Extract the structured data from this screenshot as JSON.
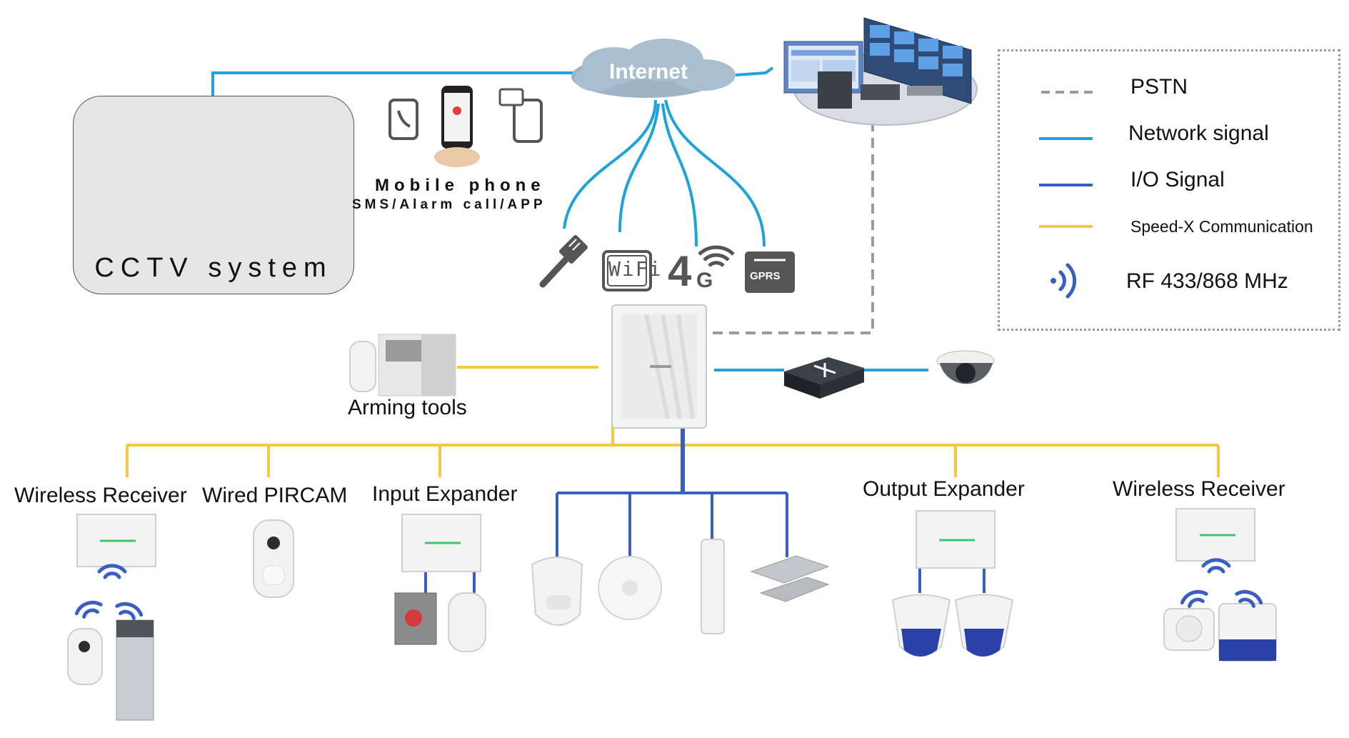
{
  "colors": {
    "pstn": "#9b9b9b",
    "network": "#1da2dc",
    "io": "#3a5fc4",
    "speedx": "#f5c842",
    "rf": "#3a5fc4"
  },
  "internet": {
    "label": "Internet"
  },
  "cctv": {
    "title": "CCTV system"
  },
  "mobile": {
    "title": "Mobile phone",
    "subtitle": "SMS/Alarm call/APP"
  },
  "comm": {
    "wifi_label": "WiFi",
    "fourg_main": "4",
    "fourg_sub": "G",
    "gprs_label": "GPRS"
  },
  "arming": {
    "label": "Arming tools"
  },
  "devices": {
    "wireless_receiver_left": "Wireless Receiver",
    "wired_pircam": "Wired PIRCAM",
    "input_expander": "Input Expander",
    "output_expander": "Output Expander",
    "wireless_receiver_right": "Wireless Receiver"
  },
  "legend": {
    "items": [
      {
        "label": "PSTN",
        "icon": "dashed-gray-line"
      },
      {
        "label": "Network signal",
        "icon": "cyan-line"
      },
      {
        "label": "I/O Signal",
        "icon": "blue-line"
      },
      {
        "label": "Speed-X Communication",
        "icon": "yellow-line"
      },
      {
        "label": "RF 433/868 MHz",
        "icon": "rf-wave-icon"
      }
    ]
  }
}
